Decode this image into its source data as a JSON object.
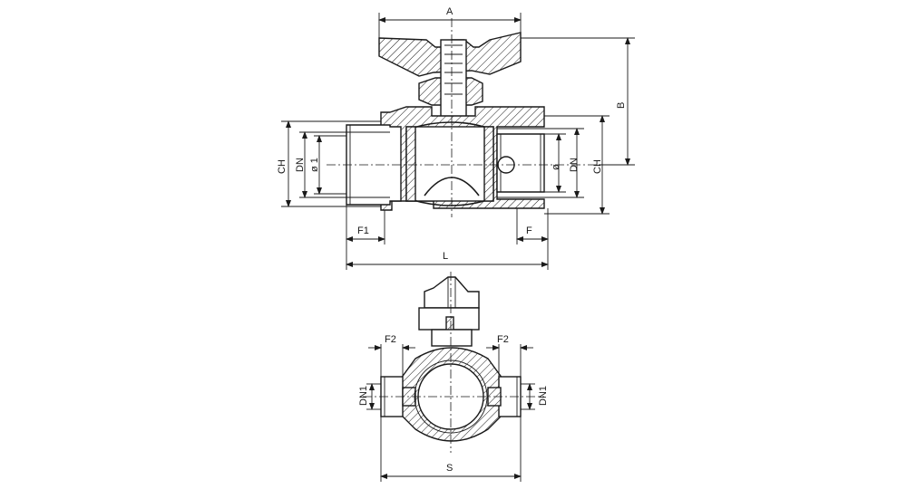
{
  "labels": {
    "A": "A",
    "B": "B",
    "CH_left": "CH",
    "DN_left": "DN",
    "phi1": "ø 1",
    "phi": "ø",
    "DN_right": "DN",
    "CH_right": "CH",
    "F1": "F1",
    "F": "F",
    "L": "L",
    "F2_left": "F2",
    "F2_right": "F2",
    "DN1_left": "DN1",
    "DN1_right": "DN1",
    "S": "S"
  }
}
